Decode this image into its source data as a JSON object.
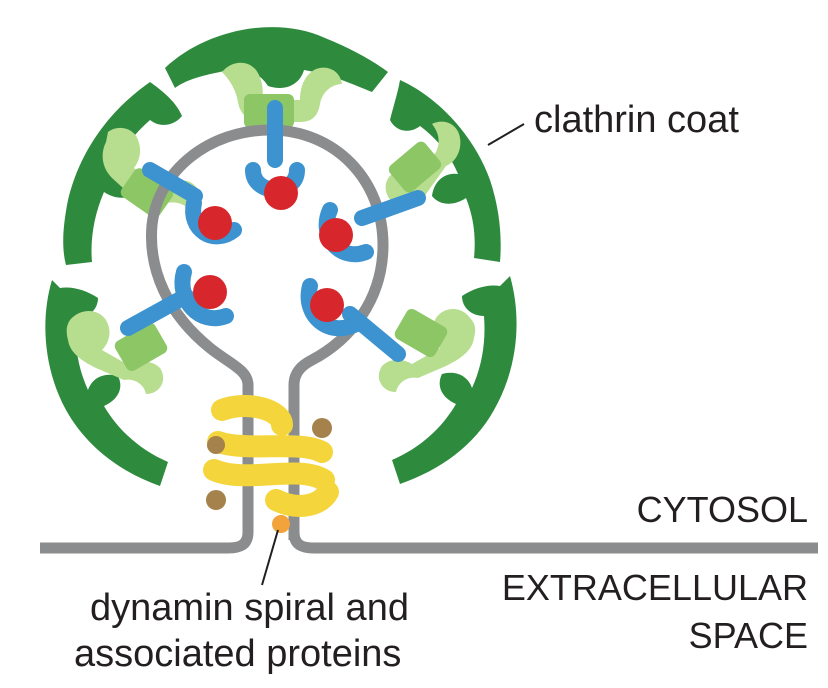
{
  "labels": {
    "clathrin": "clathrin coat",
    "cytosol": "CYTOSOL",
    "extracellular_line1": "EXTRACELLULAR",
    "extracellular_line2": "SPACE",
    "dynamin_line1": "dynamin spiral and",
    "dynamin_line2": "associated proteins"
  },
  "colors": {
    "clathrin_dark_green": "#2e8b3e",
    "adaptor_light_green": "#b7dd8f",
    "adaptor_mid_green": "#8cc665",
    "membrane_gray": "#8a8c8e",
    "receptor_blue": "#3d93cf",
    "cargo_red": "#d7272c",
    "dynamin_yellow": "#f4d63c",
    "accessory_brown": "#a5824c",
    "accessory_orange": "#f2a33a",
    "text": "#231f20"
  }
}
